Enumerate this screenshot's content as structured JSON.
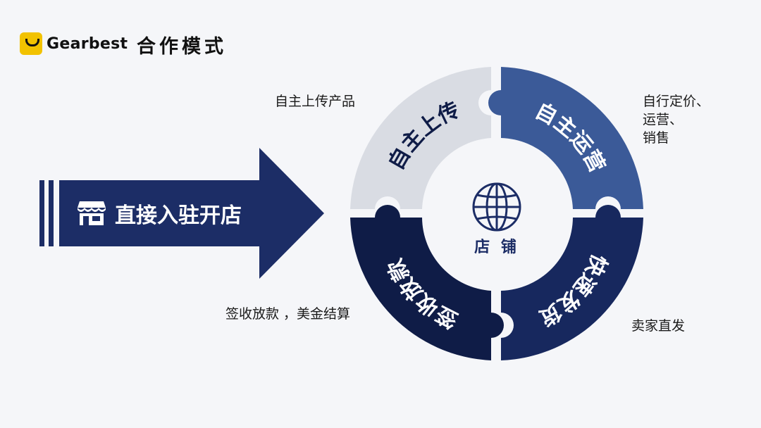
{
  "header": {
    "brand": "Gearbest",
    "title": "合作模式"
  },
  "arrow": {
    "label": "直接入驻开店"
  },
  "center": {
    "label": "店 铺"
  },
  "segments": [
    {
      "label": "自主上传",
      "annotation": "自主上传产品"
    },
    {
      "label": "自主运营",
      "annotation": "自行定价、\n运营、\n销售"
    },
    {
      "label": "快速发货",
      "annotation": "卖家直发"
    },
    {
      "label": "签收放款",
      "annotation": "签收放款 ，美金结算"
    }
  ],
  "colors": {
    "background": "#f5f6f9",
    "arrow": "#1c2d66",
    "segment_light": "#d9dce3",
    "segment_mid": "#3b5a98",
    "segment_dark": "#17285e",
    "segment_darkest": "#0f1c47",
    "brand_yellow": "#f2c200"
  },
  "icons": [
    "shop-icon",
    "globe-icon"
  ]
}
